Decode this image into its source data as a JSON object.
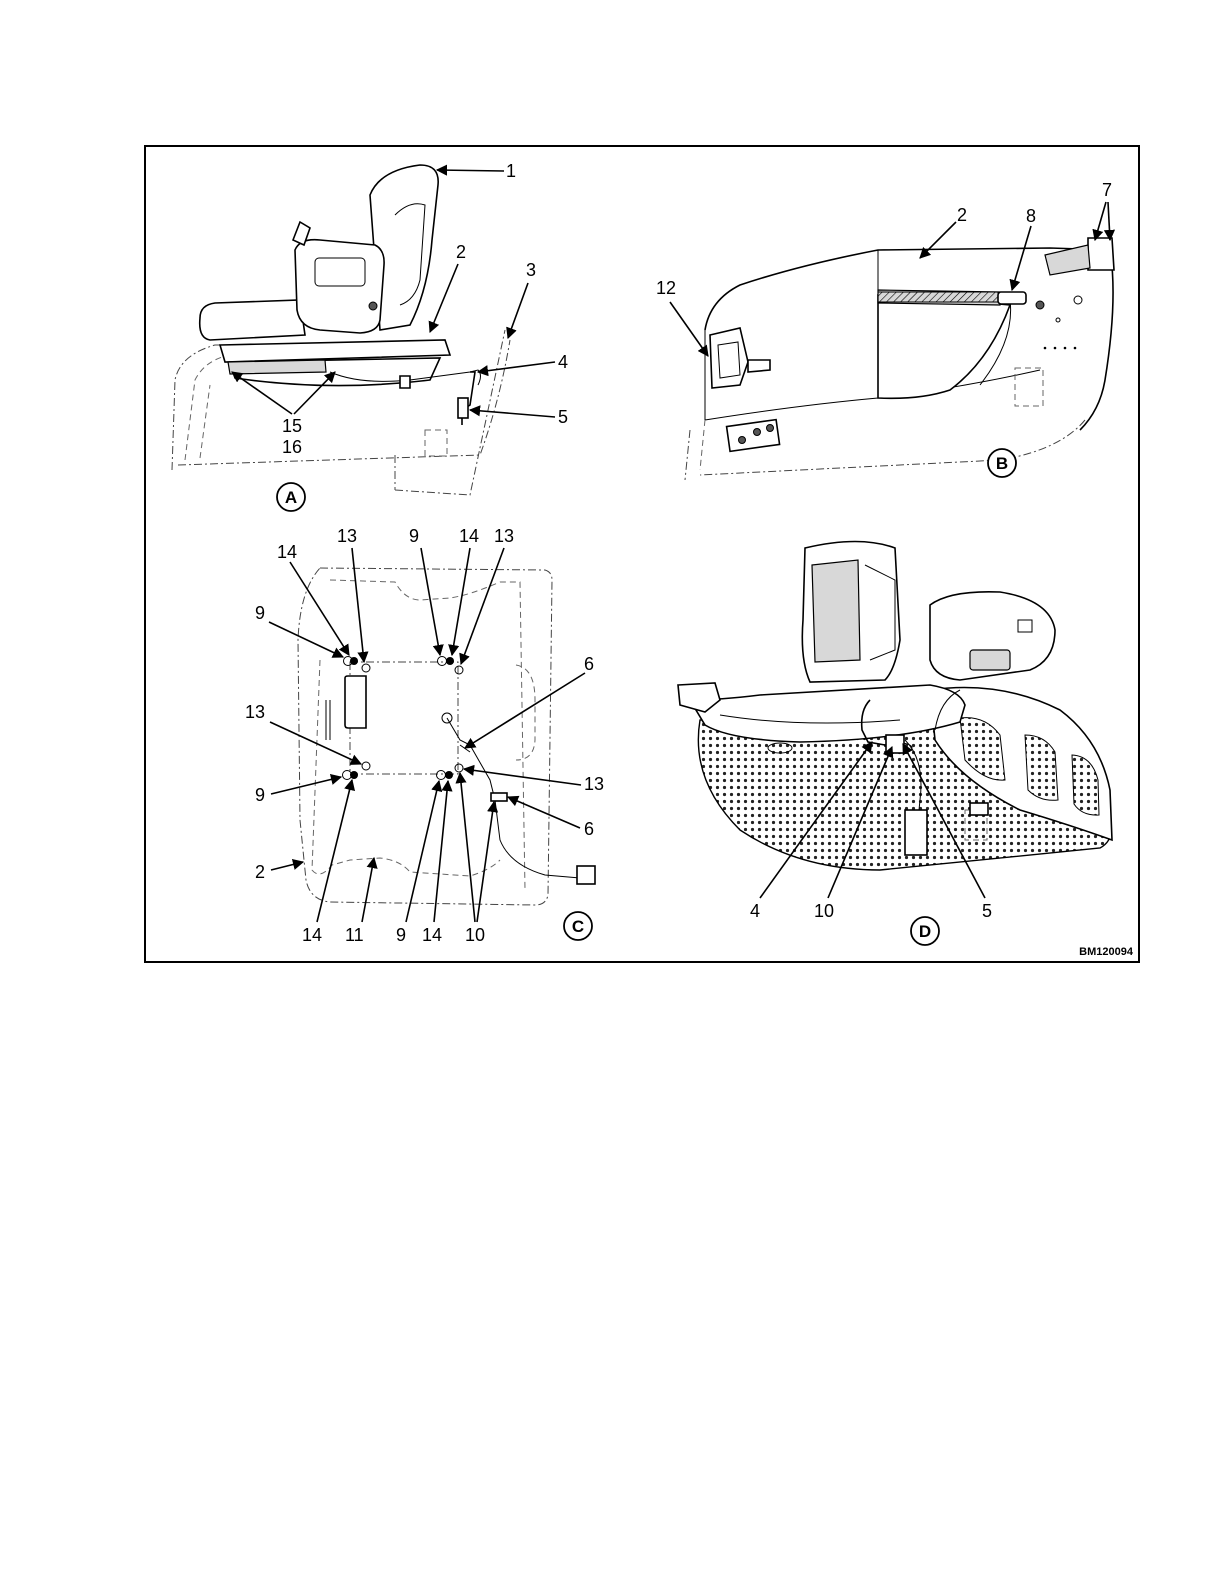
{
  "figure_id": "BM120094",
  "panels": {
    "A": {
      "badge": "A",
      "callouts": {
        "c1": "1",
        "c2": "2",
        "c3": "3",
        "c4": "4",
        "c5": "5",
        "c15": "15",
        "c16": "16"
      }
    },
    "B": {
      "badge": "B",
      "callouts": {
        "c2": "2",
        "c7": "7",
        "c8": "8",
        "c12": "12"
      }
    },
    "C": {
      "badge": "C",
      "callouts": {
        "c14a": "14",
        "c13a": "13",
        "c9a": "9",
        "c14b": "14",
        "c13b": "13",
        "c9b": "9",
        "c6a": "6",
        "c13c": "13",
        "c9c": "9",
        "c13d": "13",
        "c6b": "6",
        "c2": "2",
        "c14c": "14",
        "c11": "11",
        "c9d": "9",
        "c14d": "14",
        "c10": "10"
      }
    },
    "D": {
      "badge": "D",
      "callouts": {
        "c4": "4",
        "c10": "10",
        "c5": "5"
      }
    }
  }
}
